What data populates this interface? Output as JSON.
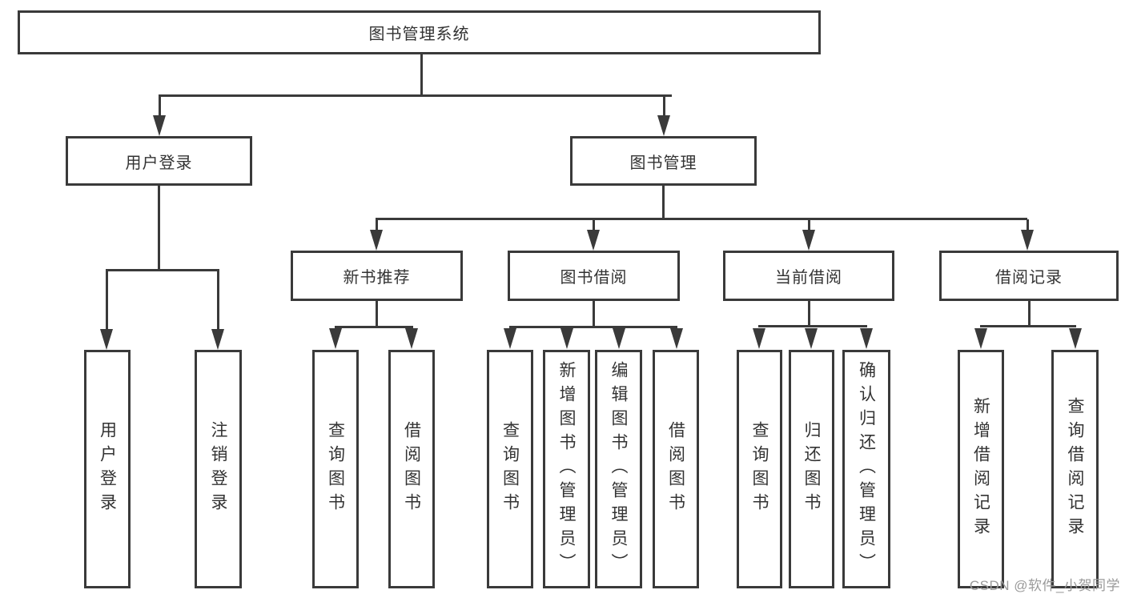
{
  "colors": {
    "line": "#3a3a3a",
    "text": "#333333",
    "box_background": "#ffffff",
    "watermark": "#9a9a9a"
  },
  "watermark": "CSDN @软件_小贺同学",
  "tree": {
    "root": {
      "label": "图书管理系统"
    },
    "branches": [
      {
        "label": "用户登录",
        "children": [
          {
            "label": "用户登录"
          },
          {
            "label": "注销登录"
          }
        ]
      },
      {
        "label": "图书管理",
        "children": [
          {
            "label": "新书推荐",
            "children": [
              {
                "label": "查询图书"
              },
              {
                "label": "借阅图书"
              }
            ]
          },
          {
            "label": "图书借阅",
            "children": [
              {
                "label": "查询图书"
              },
              {
                "label": "新增图书（管理员）"
              },
              {
                "label": "编辑图书（管理员）"
              },
              {
                "label": "借阅图书"
              }
            ]
          },
          {
            "label": "当前借阅",
            "children": [
              {
                "label": "查询图书"
              },
              {
                "label": "归还图书"
              },
              {
                "label": "确认归还（管理员）"
              }
            ]
          },
          {
            "label": "借阅记录",
            "children": [
              {
                "label": "新增借阅记录"
              },
              {
                "label": "查询借阅记录"
              }
            ]
          }
        ]
      }
    ]
  }
}
